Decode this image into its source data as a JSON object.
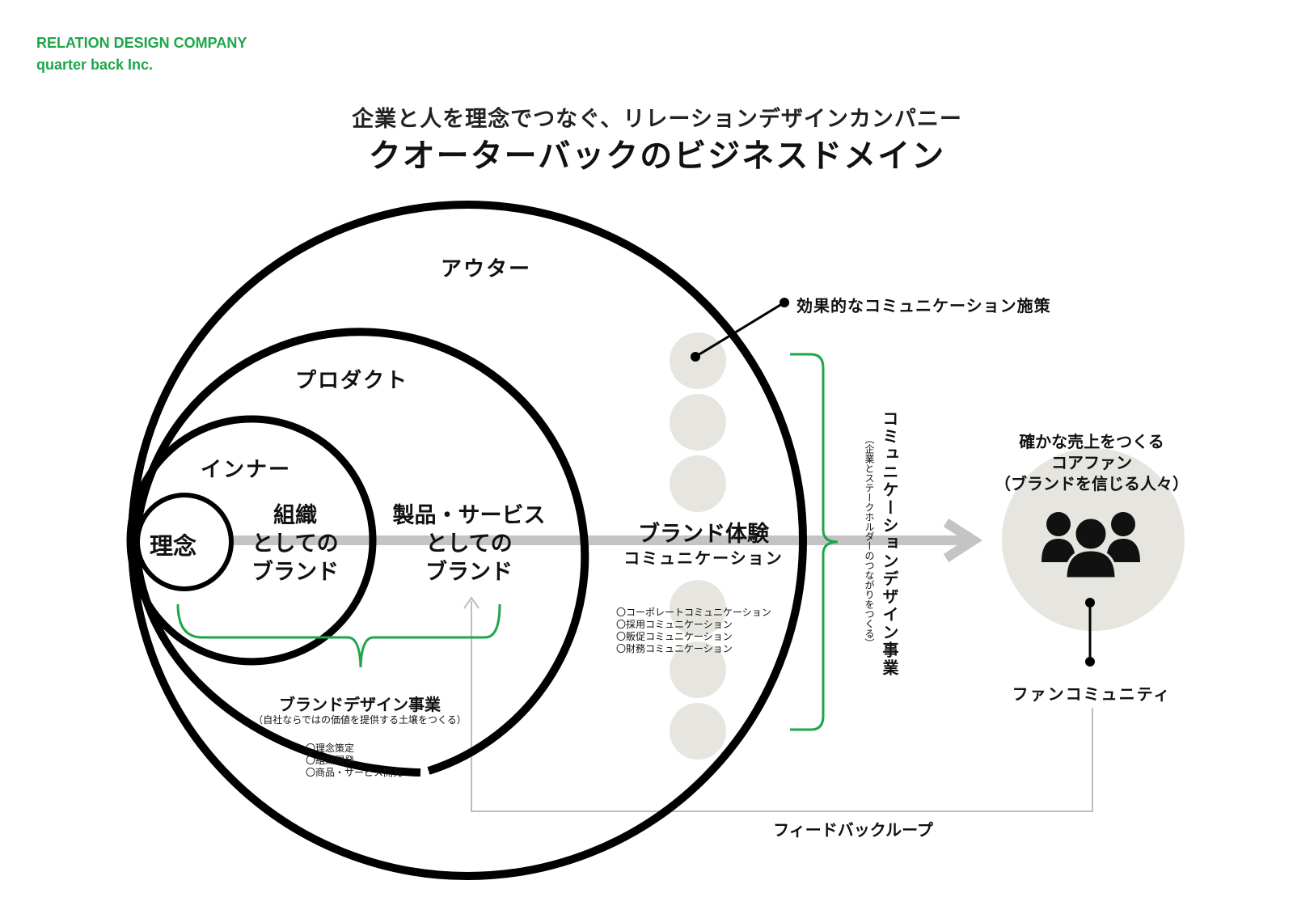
{
  "header": {
    "company_line1": "RELATION DESIGN COMPANY",
    "company_line2": "quarter back Inc."
  },
  "title": {
    "subtitle": "企業と人を理念でつなぐ、リレーションデザインカンパニー",
    "main": "クオーターバックのビジネスドメイン"
  },
  "circles": {
    "outer": "アウター",
    "product": "プロダクト",
    "inner": "インナー",
    "core": "理念"
  },
  "flow": {
    "org_brand": [
      "組織",
      "としての",
      "ブランド"
    ],
    "product_brand": [
      "製品・サービス",
      "としての",
      "ブランド"
    ],
    "brand_experience": "ブランド体験",
    "communication": "コミュニケーション"
  },
  "brand_design": {
    "title": "ブランドデザイン事業",
    "subtitle": "（自社ならではの価値を提供する土壌をつくる）",
    "items": [
      "〇理念策定",
      "〇組織開発",
      "〇商品・サービス開発"
    ]
  },
  "communication_list": [
    "〇コーポレートコミュニケーション",
    "〇採用コミュニケーション",
    "〇販促コミュニケーション",
    "〇財務コミュニケーション"
  ],
  "effective_measures": "効果的なコミュニケーション施策",
  "communication_design": {
    "title": "コミュニケーションデザイン事業",
    "subtitle": "（企業とステークホルダーのつながりをつくる）"
  },
  "core_fan": [
    "確かな売上をつくる",
    "コアファン",
    "（ブランドを信じる人々）"
  ],
  "fan_community": "ファンコミュニティ",
  "feedback_loop": "フィードバックループ",
  "colors": {
    "accent_green": "#1ea64a",
    "bubble_gray": "#e6e5df",
    "arrow_gray": "#bdbdbd",
    "line_black": "#000000"
  }
}
